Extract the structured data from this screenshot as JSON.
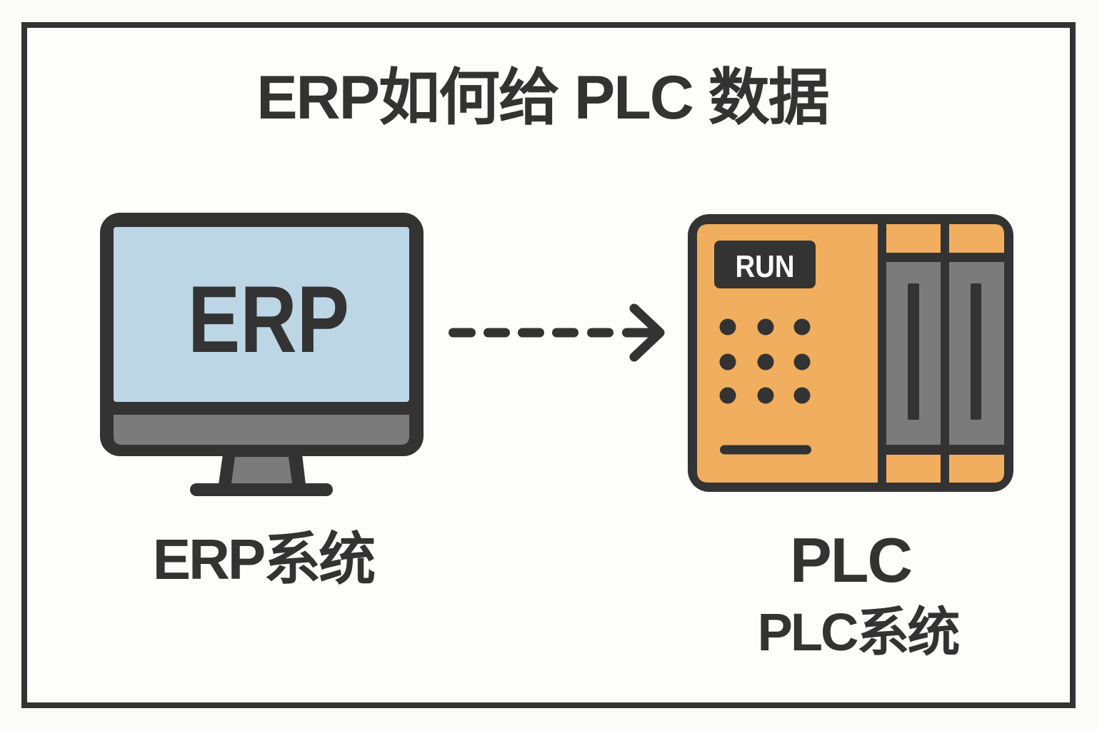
{
  "title": "ERP如何给 PLC 数据",
  "erp": {
    "screen_text": "ERP",
    "label": "ERP系统",
    "icon": "computer-monitor-icon"
  },
  "arrow": {
    "style": "dashed",
    "direction": "right",
    "icon": "dashed-arrow-right-icon"
  },
  "plc": {
    "status_label": "RUN",
    "title": "PLC",
    "label": "PLC系统",
    "icon": "plc-controller-icon"
  },
  "colors": {
    "background": "#fbfbf8",
    "outline": "#333333",
    "screen": "#bcd6e6",
    "gray_panel": "#7b7b7b",
    "plc_body": "#f0ae5e",
    "status_text": "#ffffff"
  }
}
